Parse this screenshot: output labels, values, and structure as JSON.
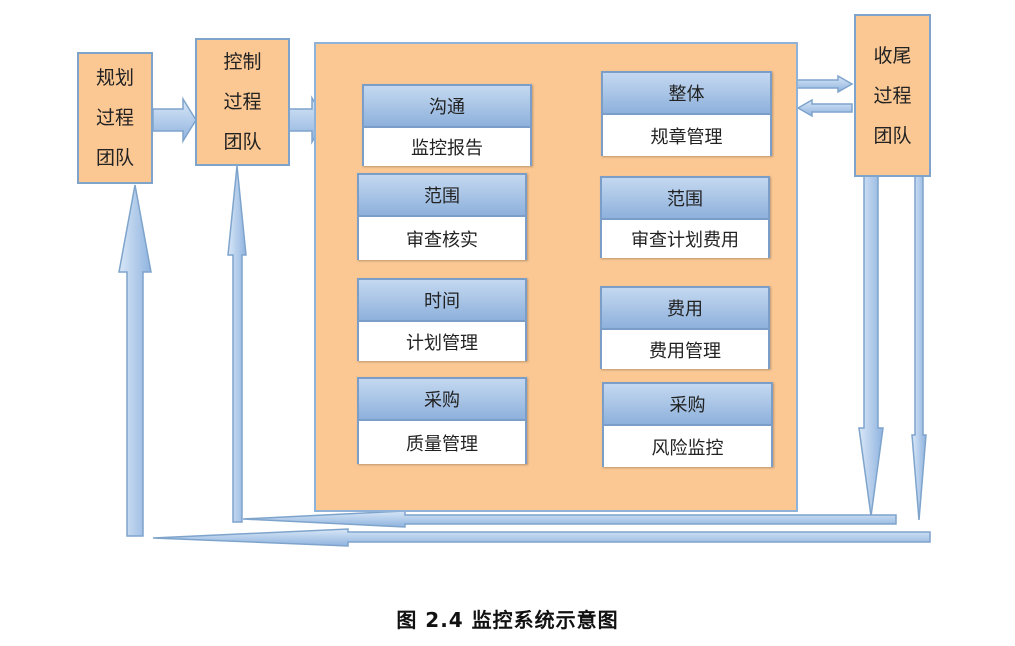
{
  "teams": {
    "planning": [
      "规划",
      "过程",
      "团队"
    ],
    "control": [
      "控制",
      "过程",
      "团队"
    ],
    "closing": [
      "收尾",
      "过程",
      "团队"
    ]
  },
  "modules": [
    {
      "header": "沟通",
      "body": "监控报告"
    },
    {
      "header": "整体",
      "body": "规章管理"
    },
    {
      "header": "范围",
      "body": "审查核实"
    },
    {
      "header": "范围",
      "body": "审查计划费用"
    },
    {
      "header": "时间",
      "body": "计划管理"
    },
    {
      "header": "费用",
      "body": "费用管理"
    },
    {
      "header": "采购",
      "body": "质量管理"
    },
    {
      "header": "采购",
      "body": "风险监控"
    }
  ],
  "caption": "图 2.4   监控系统示意图",
  "colors": {
    "box_fill": "#fbc894",
    "arrow_fill": "#a9c5ea",
    "arrow_stroke": "#7ea4cc",
    "module_header": "#9dbbe2"
  }
}
